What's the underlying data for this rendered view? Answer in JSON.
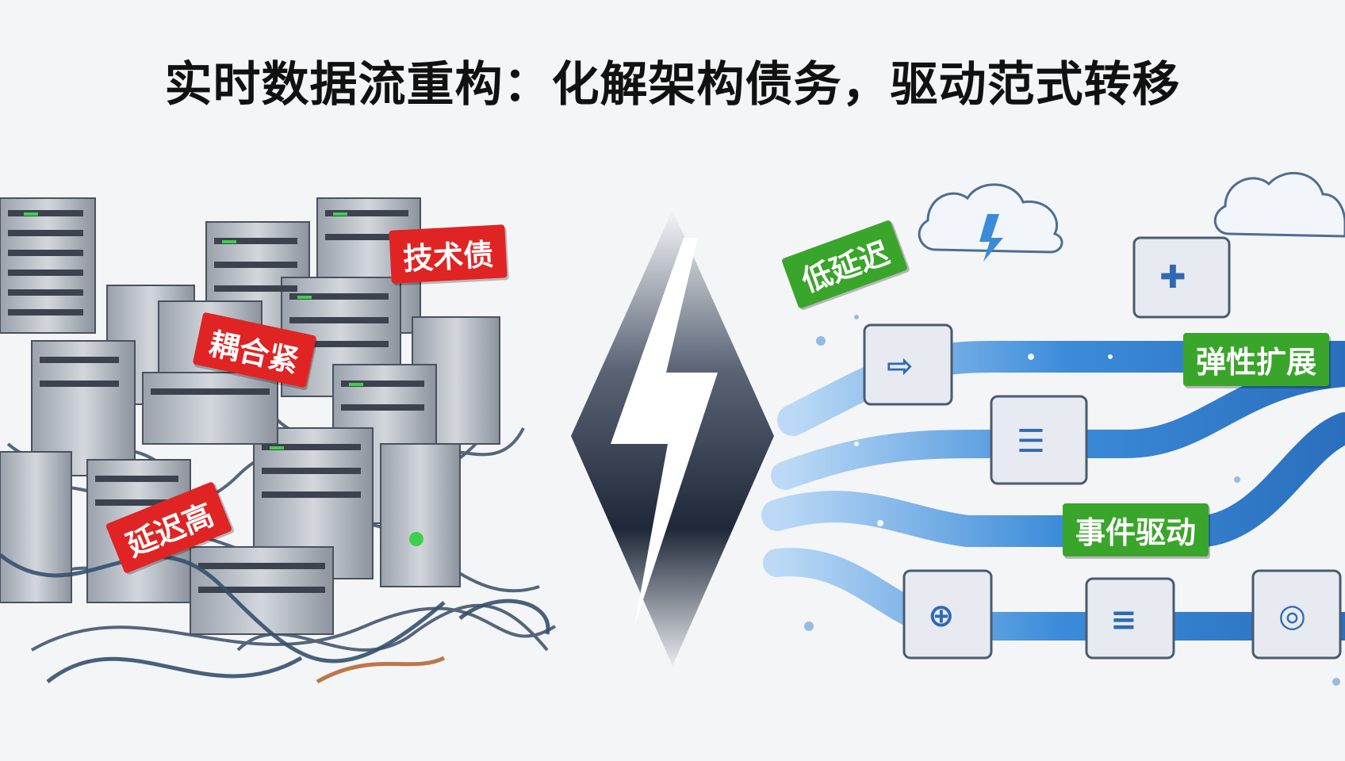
{
  "title": "实时数据流重构：化解架构债务，驱动范式转移",
  "legacy": {
    "tags": [
      "技术债",
      "耦合紧",
      "延迟高"
    ],
    "tag_color": "#e02424"
  },
  "modern": {
    "tags": [
      "低延迟",
      "弹性扩展",
      "事件驱动"
    ],
    "tag_color": "#3aa52b",
    "pipe_color": "#3b8bd9"
  },
  "divider": {
    "icon": "lightning-bolt-icon"
  }
}
